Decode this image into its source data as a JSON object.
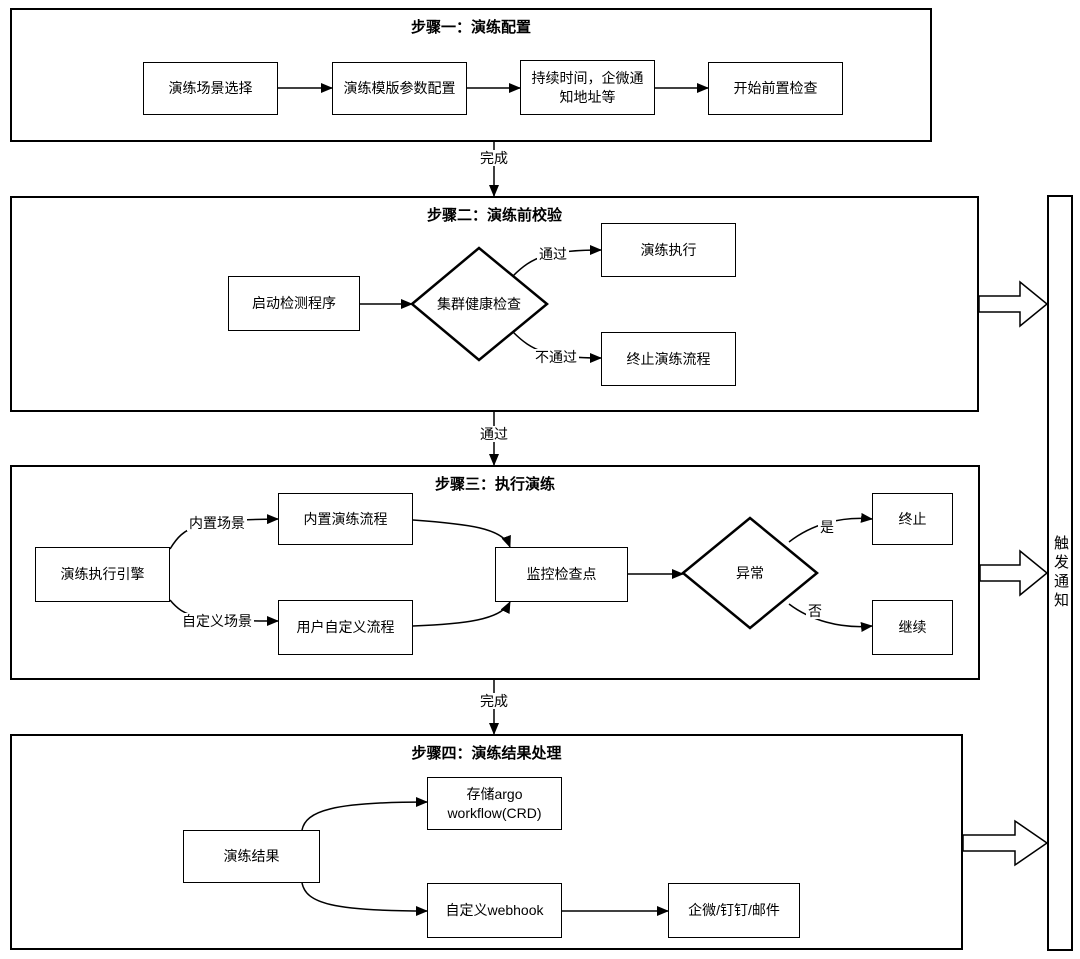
{
  "steps": {
    "step1": {
      "title": "步骤一：演练配置",
      "scene_select": "演练场景选择",
      "template_config": "演练模版参数配置",
      "duration_line1": "持续时间，企微通",
      "duration_line2": "知地址等",
      "pre_check": "开始前置检查"
    },
    "step2": {
      "title": "步骤二：演练前校验",
      "start_detect": "启动检测程序",
      "health_check": "集群健康检查",
      "pass_label": "通过",
      "fail_label": "不通过",
      "exec": "演练执行",
      "terminate": "终止演练流程"
    },
    "step3": {
      "title": "步骤三：执行演练",
      "engine": "演练执行引擎",
      "builtin_scene_label": "内置场景",
      "custom_scene_label": "自定义场景",
      "builtin_flow": "内置演练流程",
      "custom_flow": "用户自定义流程",
      "monitor": "监控检查点",
      "abnormal": "异常",
      "yes_label": "是",
      "no_label": "否",
      "stop": "终止",
      "continue": "继续"
    },
    "step4": {
      "title": "步骤四：演练结果处理",
      "result": "演练结果",
      "store_line1": "存储argo",
      "store_line2": "workflow(CRD)",
      "webhook": "自定义webhook",
      "notify": "企微/钉钉/邮件"
    }
  },
  "transitions": {
    "step1_to_step2": "完成",
    "step2_to_step3": "通过",
    "step3_to_step4": "完成"
  },
  "sidebar": {
    "label": "触发通知"
  },
  "colors": {
    "stroke": "#000000",
    "background": "#ffffff"
  }
}
